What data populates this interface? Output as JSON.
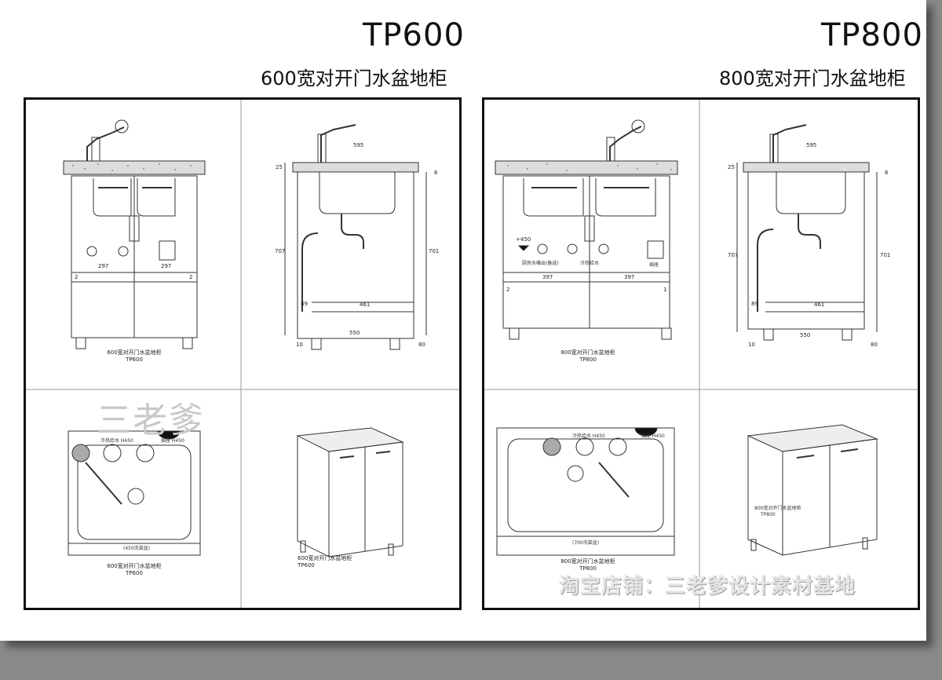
{
  "left": {
    "model": "TP600",
    "subtitle": "600宽对开门水盆地柜",
    "front_caption_1": "600宽对开门水盆地柜",
    "front_caption_2": "TP600",
    "top_caption_1": "600宽对开门水盆地柜",
    "top_caption_2": "TP600",
    "iso_caption_1": "600宽对开门水盆地柜",
    "iso_caption_2": "TP600",
    "dims": {
      "width": "595",
      "half_left": "297",
      "half_right": "297",
      "gap_l": "2",
      "gap_r": "2",
      "height_l": "707",
      "height_r": "701",
      "top_small": "25",
      "top_right": "6",
      "inner": "461",
      "depth": "550",
      "side": "89",
      "foot": "10",
      "foot_r": "80"
    },
    "top_labels": {
      "faucet": "冷热给水 H450",
      "socket": "插座 H450",
      "basin": "(450洗菜盆)"
    },
    "watermark": "三老爹"
  },
  "right": {
    "model": "TP800",
    "subtitle": "800宽对开门水盆地柜",
    "front_caption_1": "800宽对开门水盆地柜",
    "front_caption_2": "TP800",
    "top_caption_1": "800宽对开门水盆地柜",
    "top_caption_2": "TP800",
    "iso_caption_1": "800宽对开门水盆地柜",
    "iso_caption_2": "TP800",
    "dims": {
      "width": "595",
      "half_left": "397",
      "half_right": "397",
      "gap_l": "2",
      "gap_r": "1",
      "height_l": "707",
      "height_r": "701",
      "top_small": "25",
      "top_right": "6",
      "inner": "461",
      "depth": "550",
      "side": "89",
      "foot": "10",
      "foot_r": "80",
      "level": "+450"
    },
    "front_labels": {
      "drain": "厨房水嘴出(备选)",
      "water": "冷热给水",
      "socket": "插座"
    },
    "top_labels": {
      "faucet": "冷热给水 H450",
      "socket": "插座 H450",
      "basin": "(700洗菜盆)"
    }
  },
  "shop_mark": "淘宝店铺：三老爹设计素材基地"
}
